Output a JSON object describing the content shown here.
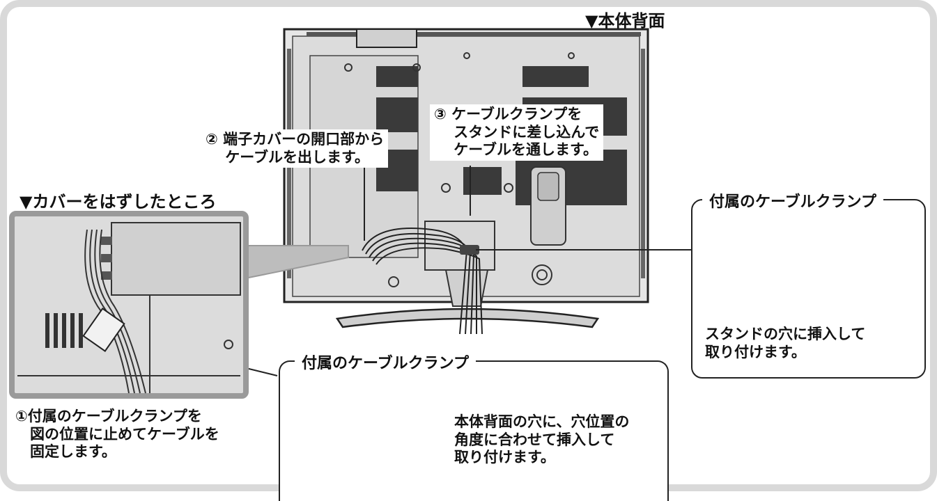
{
  "header": {
    "rear_view_title": "▼本体背面"
  },
  "inset": {
    "title": "▼カバーをはずしたところ"
  },
  "steps": {
    "step1": [
      "①付属のケーブルクランプを",
      "　図の位置に止めてケーブルを",
      "　固定します。"
    ],
    "step2": [
      "② 端子カバーの開口部から",
      "　 ケーブルを出します。"
    ],
    "step3": [
      "③ ケーブルクランプを",
      "　 スタンドに差し込んで",
      "　 ケーブルを通します。"
    ]
  },
  "stand_clamp_box": {
    "title": "付属のケーブルクランプ",
    "caption": [
      "スタンドの穴に挿入して",
      "取り付けます。"
    ]
  },
  "rear_clamp_box": {
    "title": "付属のケーブルクランプ",
    "caption": [
      "本体背面の穴に、穴位置の",
      "角度に合わせて挿入して",
      "取り付けます。"
    ]
  },
  "colors": {
    "frame": "#d9d9d9",
    "tv_body": "#e3e3e3",
    "outline": "#222222",
    "inset_border": "#9a9a9a"
  }
}
